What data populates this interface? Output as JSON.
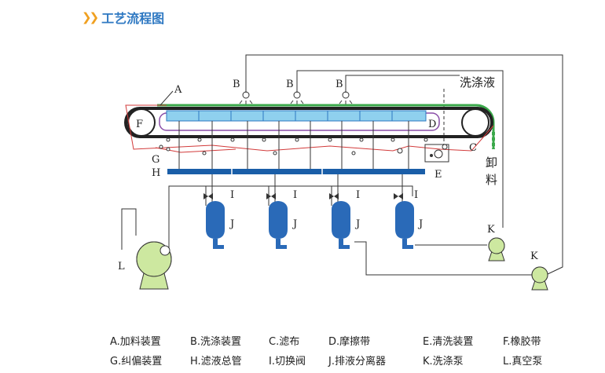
{
  "header": {
    "title": "工艺流程图"
  },
  "labels": {
    "A": "A",
    "B": "B",
    "C": "C",
    "D": "D",
    "E": "E",
    "F": "F",
    "G": "G",
    "H": "H",
    "I": "I",
    "J": "J",
    "K": "K",
    "L": "L",
    "wash": "洗涤液",
    "unload1": "卸",
    "unload2": "料"
  },
  "legend": [
    "A.加料装置",
    "B.洗涤装置",
    "C.滤布",
    "D.摩擦带",
    "E.清洗装置",
    "F.橡胶带",
    "G.纠偏装置",
    "H.滤液总管",
    "I.切换阀",
    "J.排液分离器",
    "K.洗涤泵",
    "L.真空泵"
  ],
  "colors": {
    "accent_chevron": "#f0a020",
    "title_blue": "#2e78c2",
    "tray_blue": "#8fd0ee",
    "manifold_blue": "#1a5ea8",
    "separator_blue": "#2a6ab8",
    "pump_green": "#cde8a0",
    "cloth_red": "#d23a3a",
    "cake_green": "#3aa84a"
  }
}
